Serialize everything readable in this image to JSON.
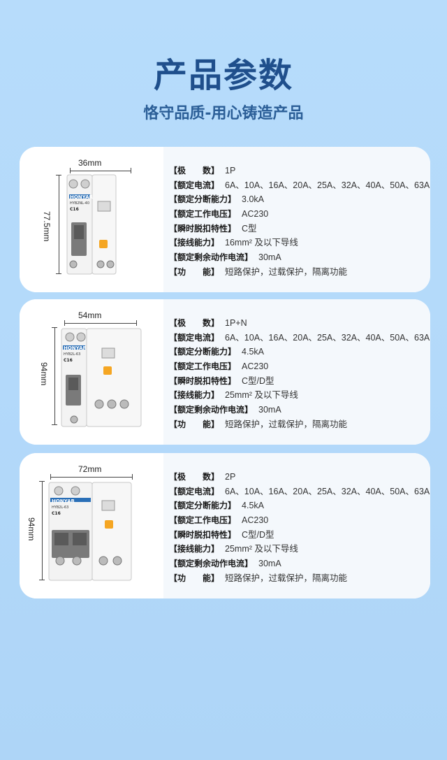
{
  "header": {
    "title": "产品参数",
    "subtitle": "恪守品质-用心铸造产品"
  },
  "colors": {
    "background": "#b5dafa",
    "title": "#1f4f8c",
    "card": "#ffffff",
    "accent_orange": "#f5a623"
  },
  "products": [
    {
      "width_label": "36mm",
      "height_label": "77.5mm",
      "device_brand": "HONYAR",
      "device_model": "HYB2NL-40",
      "device_curve": "C16",
      "specs": [
        {
          "label": "【极　　数】",
          "value": "1P"
        },
        {
          "label": "【额定电流】",
          "value": "6A、10A、16A、20A、25A、32A、40A、50A、63A"
        },
        {
          "label": "【额定分断能力】",
          "value": "3.0kA"
        },
        {
          "label": "【额定工作电压】",
          "value": "AC230"
        },
        {
          "label": "【瞬时脱扣特性】",
          "value": "C型"
        },
        {
          "label": "【接线能力】",
          "value": "16mm² 及以下导线"
        },
        {
          "label": "【额定剩余动作电流】",
          "value": "30mA"
        },
        {
          "label": "【功　　能】",
          "value": "短路保护，过载保护，隔离功能"
        }
      ]
    },
    {
      "width_label": "54mm",
      "height_label": "94mm",
      "device_brand": "HONYAR",
      "device_model": "HYB2L-63",
      "device_curve": "C16",
      "specs": [
        {
          "label": "【极　　数】",
          "value": "1P+N"
        },
        {
          "label": "【额定电流】",
          "value": "6A、10A、16A、20A、25A、32A、40A、50A、63A"
        },
        {
          "label": "【额定分断能力】",
          "value": "4.5kA"
        },
        {
          "label": "【额定工作电压】",
          "value": "AC230"
        },
        {
          "label": "【瞬时脱扣特性】",
          "value": "C型/D型"
        },
        {
          "label": "【接线能力】",
          "value": "25mm² 及以下导线"
        },
        {
          "label": "【额定剩余动作电流】",
          "value": "30mA"
        },
        {
          "label": "【功　　能】",
          "value": "短路保护，过载保护，隔离功能"
        }
      ]
    },
    {
      "width_label": "72mm",
      "height_label": "94mm",
      "device_brand": "HONYAR",
      "device_model": "HYB2L-63",
      "device_curve": "C16",
      "specs": [
        {
          "label": "【极　　数】",
          "value": "2P"
        },
        {
          "label": "【额定电流】",
          "value": "6A、10A、16A、20A、25A、32A、40A、50A、63A"
        },
        {
          "label": "【额定分断能力】",
          "value": "4.5kA"
        },
        {
          "label": "【额定工作电压】",
          "value": "AC230"
        },
        {
          "label": "【瞬时脱扣特性】",
          "value": "C型/D型"
        },
        {
          "label": "【接线能力】",
          "value": "25mm² 及以下导线"
        },
        {
          "label": "【额定剩余动作电流】",
          "value": "30mA"
        },
        {
          "label": "【功　　能】",
          "value": "短路保护，过载保护，隔离功能"
        }
      ]
    }
  ]
}
